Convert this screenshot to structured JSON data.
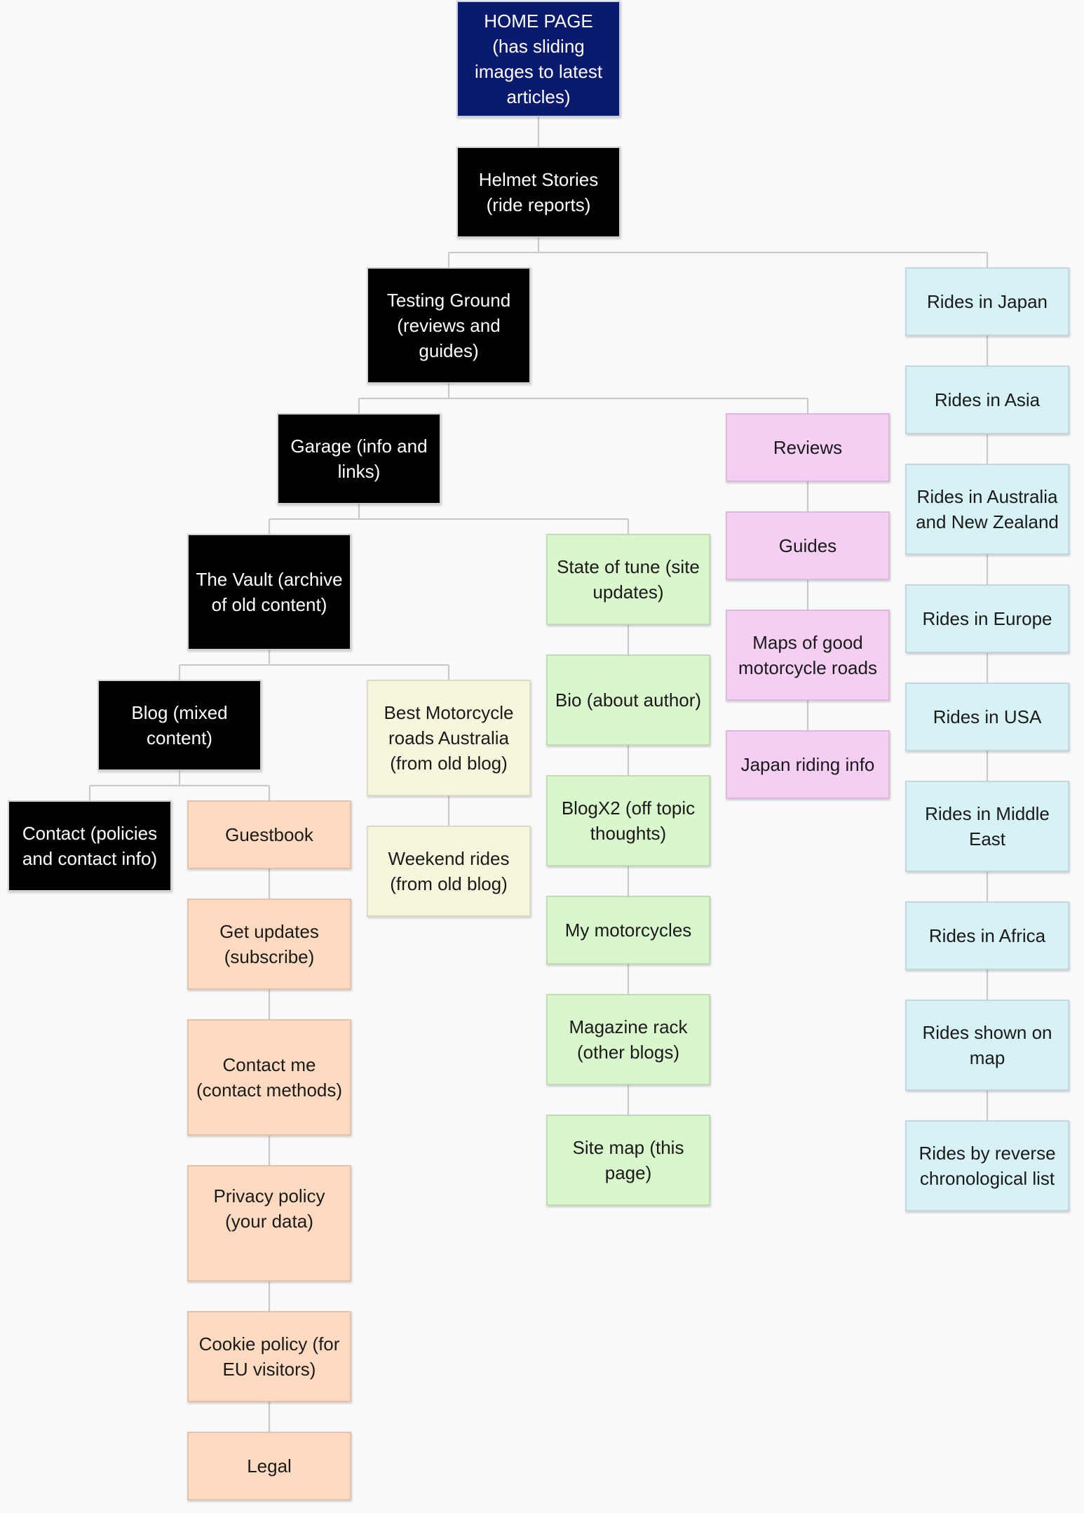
{
  "sitemap": {
    "colors": {
      "home": "#0a1b6e",
      "main_section": "#000000",
      "helmet_stories": "#d6f2f4",
      "testing_ground": "#f4cff3",
      "garage": "#d9f6cc",
      "vault": "#f6f6dc",
      "blog": "#fedbc0",
      "connector": "#c8c8c8"
    },
    "nodes": {
      "home": "HOME PAGE (has sliding images to latest articles)",
      "helmet_stories": "Helmet Stories (ride reports)",
      "testing_ground": "Testing Ground (reviews and guides)",
      "garage": "Garage (info and links)",
      "vault": "The Vault (archive of old content)",
      "blog": "Blog (mixed content)",
      "contact_policies": "Contact (policies and contact info)",
      "guestbook": "Guestbook",
      "get_updates": "Get updates (subscribe)",
      "contact_me": "Contact me (contact methods)",
      "privacy_policy": "Privacy policy (your data)",
      "cookie_policy": "Cookie policy (for EU visitors)",
      "legal": "Legal",
      "best_roads_australia": "Best Motorcycle roads Australia (from old blog)",
      "weekend_rides": "Weekend rides (from old blog)",
      "state_of_tune": "State of tune (site updates)",
      "bio": "Bio (about author)",
      "blogx2": "BlogX2 (off topic thoughts)",
      "my_motorcycles": "My motorcycles",
      "magazine_rack": "Magazine rack (other blogs)",
      "site_map": "Site map (this page)",
      "reviews": "Reviews",
      "guides": "Guides",
      "maps_roads": "Maps of good motorcycle roads",
      "japan_riding_info": "Japan riding info",
      "rides_japan": "Rides in Japan",
      "rides_asia": "Rides in Asia",
      "rides_australia_nz": "Rides in Australia and New Zealand",
      "rides_europe": "Rides in Europe",
      "rides_usa": "Rides in USA",
      "rides_middle_east": "Rides in Middle East",
      "rides_africa": "Rides in Africa",
      "rides_map": "Rides shown on map",
      "rides_reverse_chrono": "Rides by reverse chronological list"
    }
  }
}
